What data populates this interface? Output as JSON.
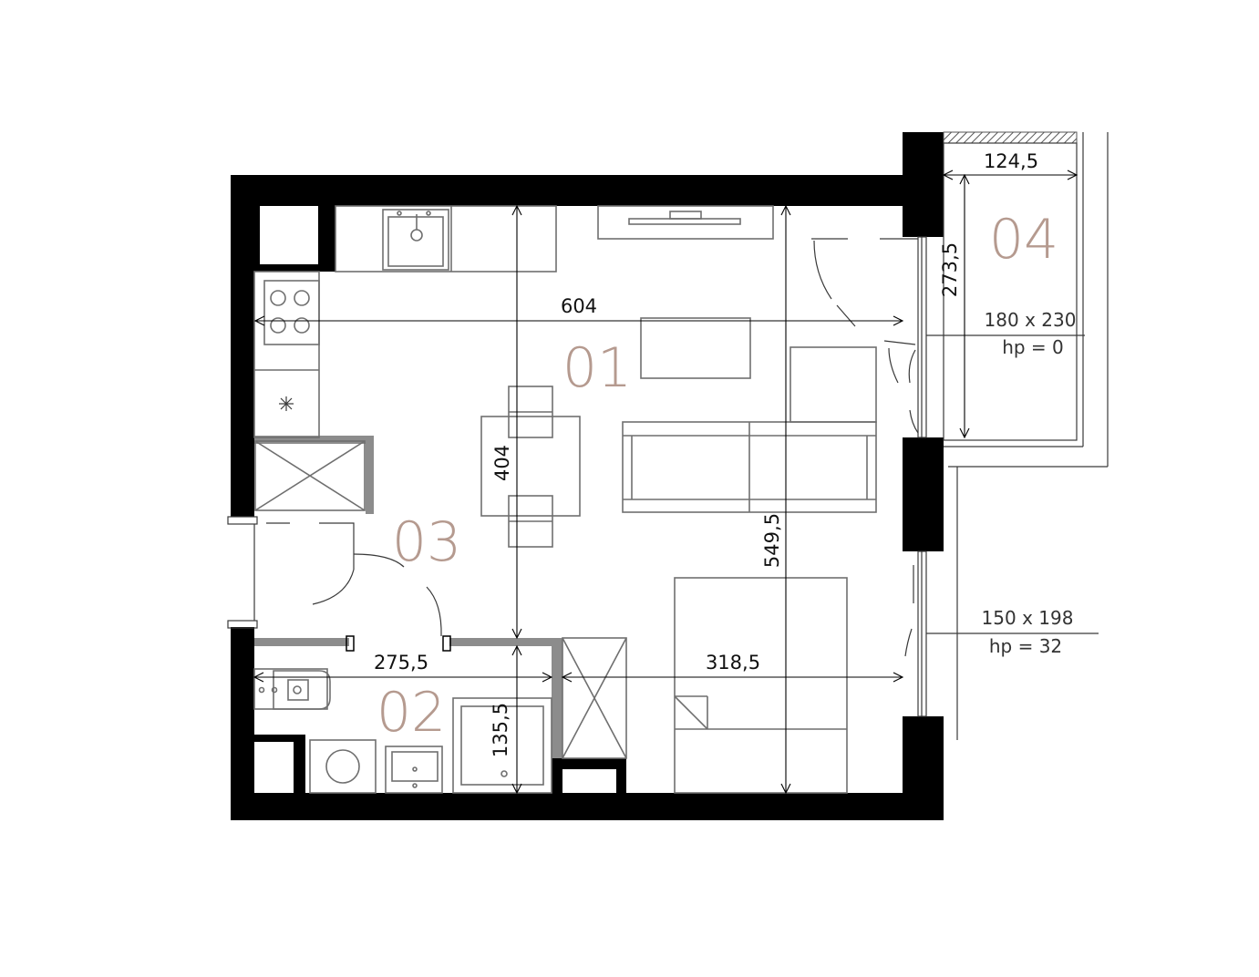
{
  "rooms": {
    "r01": "01",
    "r02": "02",
    "r03": "03",
    "r04": "04"
  },
  "dimensions": {
    "d604": "604",
    "d404": "404",
    "d549": "549,5",
    "d2755": "275,5",
    "d3185": "318,5",
    "d1355": "135,5",
    "d1245": "124,5",
    "d2735": "273,5"
  },
  "windows": {
    "w1_size": "180 x 230",
    "w1_hp": "hp = 0",
    "w2_size": "150 x 198",
    "w2_hp": "hp = 32"
  },
  "colors": {
    "wall": "#000000",
    "partition": "#8c8c8c",
    "room_label": "#b59a8f"
  }
}
